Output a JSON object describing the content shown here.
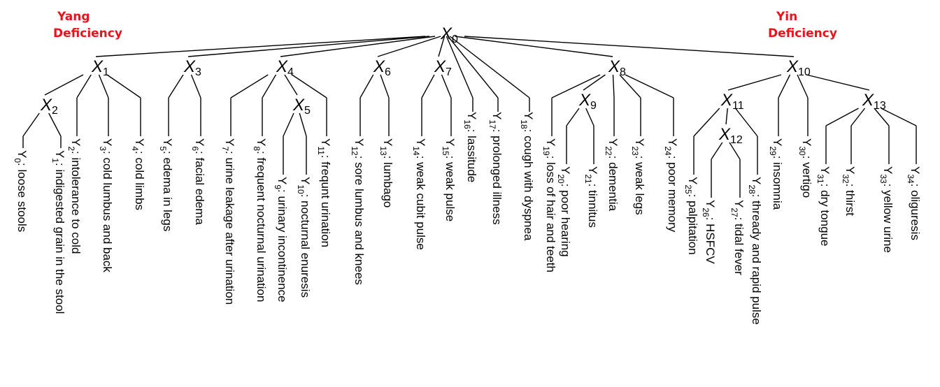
{
  "legend": {
    "yang": [
      "Yang",
      "Deficiency"
    ],
    "yin": [
      "Yin",
      "Deficiency"
    ],
    "color": "#e8141b"
  },
  "latent": [
    {
      "id": "X0",
      "main": "X",
      "sub": "0"
    },
    {
      "id": "X1",
      "main": "X",
      "sub": "1"
    },
    {
      "id": "X2",
      "main": "X",
      "sub": "2"
    },
    {
      "id": "X3",
      "main": "X",
      "sub": "3"
    },
    {
      "id": "X4",
      "main": "X",
      "sub": "4"
    },
    {
      "id": "X5",
      "main": "X",
      "sub": "5"
    },
    {
      "id": "X6",
      "main": "X",
      "sub": "6"
    },
    {
      "id": "X7",
      "main": "X",
      "sub": "7"
    },
    {
      "id": "X8",
      "main": "X",
      "sub": "8"
    },
    {
      "id": "X9",
      "main": "X",
      "sub": "9"
    },
    {
      "id": "X10",
      "main": "X",
      "sub": "10"
    },
    {
      "id": "X11",
      "main": "X",
      "sub": "11"
    },
    {
      "id": "X12",
      "main": "X",
      "sub": "12"
    },
    {
      "id": "X13",
      "main": "X",
      "sub": "13"
    }
  ],
  "symptoms": [
    {
      "id": "Y0",
      "sub": "0",
      "label": ": loose stools"
    },
    {
      "id": "Y1",
      "sub": "1",
      "label": ": indigested grain in the stool"
    },
    {
      "id": "Y2",
      "sub": "2",
      "label": ": intolerance to cold"
    },
    {
      "id": "Y3",
      "sub": "3",
      "label": ": cold lumbus and back"
    },
    {
      "id": "Y4",
      "sub": "4",
      "label": ": cold limbs"
    },
    {
      "id": "Y5",
      "sub": "5",
      "label": ": edema in legs"
    },
    {
      "id": "Y6",
      "sub": "6",
      "label": ": facial edema"
    },
    {
      "id": "Y7",
      "sub": "7",
      "label": ": urine leakage after urination"
    },
    {
      "id": "Y8",
      "sub": "8",
      "label": ": frequent nocturnal urination"
    },
    {
      "id": "Y9",
      "sub": "9",
      "label": ": urinary incontinence"
    },
    {
      "id": "Y10",
      "sub": "10",
      "label": ": nocturnal enuresis"
    },
    {
      "id": "Y11",
      "sub": "11",
      "label": ": frequnt urination"
    },
    {
      "id": "Y12",
      "sub": "12",
      "label": ": sore lumbus and knees"
    },
    {
      "id": "Y13",
      "sub": "13",
      "label": ": lumbago"
    },
    {
      "id": "Y14",
      "sub": "14",
      "label": ": weak cubit pulse"
    },
    {
      "id": "Y15",
      "sub": "15",
      "label": ": weak pulse"
    },
    {
      "id": "Y16",
      "sub": "16",
      "label": ": lassitude"
    },
    {
      "id": "Y17",
      "sub": "17",
      "label": ": prolonged illness"
    },
    {
      "id": "Y18",
      "sub": "18",
      "label": ": cough with dyspnea"
    },
    {
      "id": "Y19",
      "sub": "19",
      "label": ": loss of hair and teeth"
    },
    {
      "id": "Y20",
      "sub": "20",
      "label": ": poor hearing"
    },
    {
      "id": "Y21",
      "sub": "21",
      "label": ": tinnitus"
    },
    {
      "id": "Y22",
      "sub": "22",
      "label": ": dementia"
    },
    {
      "id": "Y23",
      "sub": "23",
      "label": ": weak legs"
    },
    {
      "id": "Y24",
      "sub": "24",
      "label": ": poor memory"
    },
    {
      "id": "Y25",
      "sub": "25",
      "label": ": palpitation"
    },
    {
      "id": "Y26",
      "sub": "26",
      "label": ": HSFCV"
    },
    {
      "id": "Y27",
      "sub": "27",
      "label": ": tidal fever"
    },
    {
      "id": "Y28",
      "sub": "28",
      "label": ": thready and rapid pulse"
    },
    {
      "id": "Y29",
      "sub": "29",
      "label": ": insomnia"
    },
    {
      "id": "Y30",
      "sub": "30",
      "label": ": vertigo"
    },
    {
      "id": "Y31",
      "sub": "31",
      "label": ": dry tongue"
    },
    {
      "id": "Y32",
      "sub": "32",
      "label": ": thirst"
    },
    {
      "id": "Y33",
      "sub": "33",
      "label": ": yellow urine"
    },
    {
      "id": "Y34",
      "sub": "34",
      "label": ": oliguresis"
    }
  ],
  "edges": [
    [
      "X0",
      "X1"
    ],
    [
      "X0",
      "X3"
    ],
    [
      "X0",
      "X4"
    ],
    [
      "X0",
      "X6"
    ],
    [
      "X0",
      "X7"
    ],
    [
      "X0",
      "Y16"
    ],
    [
      "X0",
      "Y17"
    ],
    [
      "X0",
      "Y18"
    ],
    [
      "X0",
      "X8"
    ],
    [
      "X0",
      "X10"
    ],
    [
      "X1",
      "X2"
    ],
    [
      "X1",
      "Y2"
    ],
    [
      "X1",
      "Y3"
    ],
    [
      "X1",
      "Y4"
    ],
    [
      "X2",
      "Y0"
    ],
    [
      "X2",
      "Y1"
    ],
    [
      "X3",
      "Y5"
    ],
    [
      "X3",
      "Y6"
    ],
    [
      "X4",
      "Y7"
    ],
    [
      "X4",
      "Y8"
    ],
    [
      "X4",
      "X5"
    ],
    [
      "X4",
      "Y11"
    ],
    [
      "X5",
      "Y9"
    ],
    [
      "X5",
      "Y10"
    ],
    [
      "X6",
      "Y12"
    ],
    [
      "X6",
      "Y13"
    ],
    [
      "X7",
      "Y14"
    ],
    [
      "X7",
      "Y15"
    ],
    [
      "X8",
      "Y19"
    ],
    [
      "X8",
      "X9"
    ],
    [
      "X8",
      "Y22"
    ],
    [
      "X8",
      "Y23"
    ],
    [
      "X8",
      "Y24"
    ],
    [
      "X9",
      "Y20"
    ],
    [
      "X9",
      "Y21"
    ],
    [
      "X10",
      "X11"
    ],
    [
      "X10",
      "Y29"
    ],
    [
      "X10",
      "Y30"
    ],
    [
      "X10",
      "X13"
    ],
    [
      "X11",
      "Y25"
    ],
    [
      "X11",
      "X12"
    ],
    [
      "X11",
      "Y28"
    ],
    [
      "X12",
      "Y26"
    ],
    [
      "X12",
      "Y27"
    ],
    [
      "X13",
      "Y31"
    ],
    [
      "X13",
      "Y32"
    ],
    [
      "X13",
      "Y33"
    ],
    [
      "X13",
      "Y34"
    ]
  ]
}
